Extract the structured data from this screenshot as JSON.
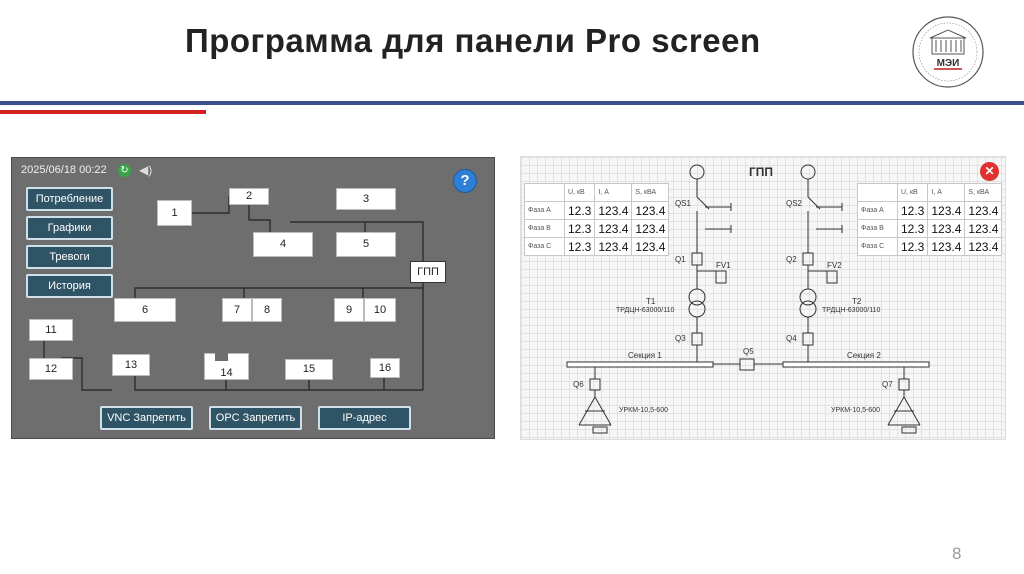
{
  "slide": {
    "title": "Программа для панели Pro screen",
    "page_number": "8"
  },
  "hmi": {
    "datetime": "2025/06/18 00:22",
    "help": "?",
    "nav": [
      {
        "label": "Потребление"
      },
      {
        "label": "Графики"
      },
      {
        "label": "Тревоги"
      },
      {
        "label": "История"
      }
    ],
    "boxes": [
      "1",
      "2",
      "3",
      "4",
      "5",
      "6",
      "7",
      "8",
      "9",
      "10",
      "11",
      "12",
      "13",
      "14",
      "15",
      "16"
    ],
    "gpp": "ГПП",
    "buttons": [
      {
        "label": "VNC Запретить"
      },
      {
        "label": "OPC Запретить"
      },
      {
        "label": "IP-адрес"
      }
    ]
  },
  "scheme": {
    "title": "ГПП",
    "close": "✕",
    "table_headers": [
      "U, кВ",
      "I, А",
      "S, кВА"
    ],
    "table_left": [
      {
        "label": "Фаза А",
        "u": "12.3",
        "i": "123.4",
        "s": "123.4"
      },
      {
        "label": "Фаза В",
        "u": "12.3",
        "i": "123.4",
        "s": "123.4"
      },
      {
        "label": "Фаза С",
        "u": "12.3",
        "i": "123.4",
        "s": "123.4"
      }
    ],
    "table_right": [
      {
        "label": "Фаза А",
        "u": "12.3",
        "i": "123.4",
        "s": "123.4"
      },
      {
        "label": "Фаза В",
        "u": "12.3",
        "i": "123.4",
        "s": "123.4"
      },
      {
        "label": "Фаза С",
        "u": "12.3",
        "i": "123.4",
        "s": "123.4"
      }
    ],
    "labels": {
      "qs1": "QS1",
      "qs2": "QS2",
      "q1": "Q1",
      "q2": "Q2",
      "fv1": "FV1",
      "fv2": "FV2",
      "t1": "T1",
      "t2": "T2",
      "t1_type": "ТРДЦН-63000/110",
      "t2_type": "ТРДЦН-63000/110",
      "q3": "Q3",
      "q4": "Q4",
      "q5": "Q5",
      "q6": "Q6",
      "q7": "Q7",
      "sec1": "Секция 1",
      "sec2": "Секция 2",
      "urkm1": "УРКМ-10,5-600",
      "urkm2": "УРКМ-10,5-600"
    }
  }
}
